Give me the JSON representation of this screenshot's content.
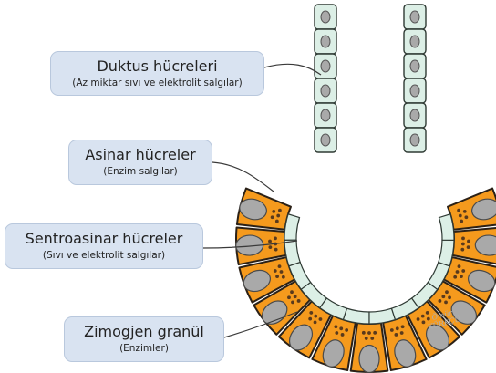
{
  "labels": [
    {
      "title": "Duktus hücreleri",
      "sub": "(Az miktar sıvı ve elektrolit salgılar)"
    },
    {
      "title": "Asinar hücreler",
      "sub": "(Enzim salgılar)"
    },
    {
      "title": "Sentroasinar hücreler",
      "sub": "(Sıvı ve elektrolit salgılar)"
    },
    {
      "title": "Zimogjen granül",
      "sub": "(Enzimler)"
    }
  ],
  "watermark": "Ömür KÜRKÇÜ",
  "colors": {
    "acinar_fill": "#f59a1d",
    "acinar_stroke": "#2b2117",
    "duct_fill": "#dcefe6",
    "duct_stroke": "#2f3a34",
    "nucleus_fill": "#a9a9a9",
    "granule_fill": "#5a3a1c",
    "label_bg": "#d9e3f1",
    "label_border": "#b9c8dd",
    "pointer_line": "#3a3a3a"
  }
}
